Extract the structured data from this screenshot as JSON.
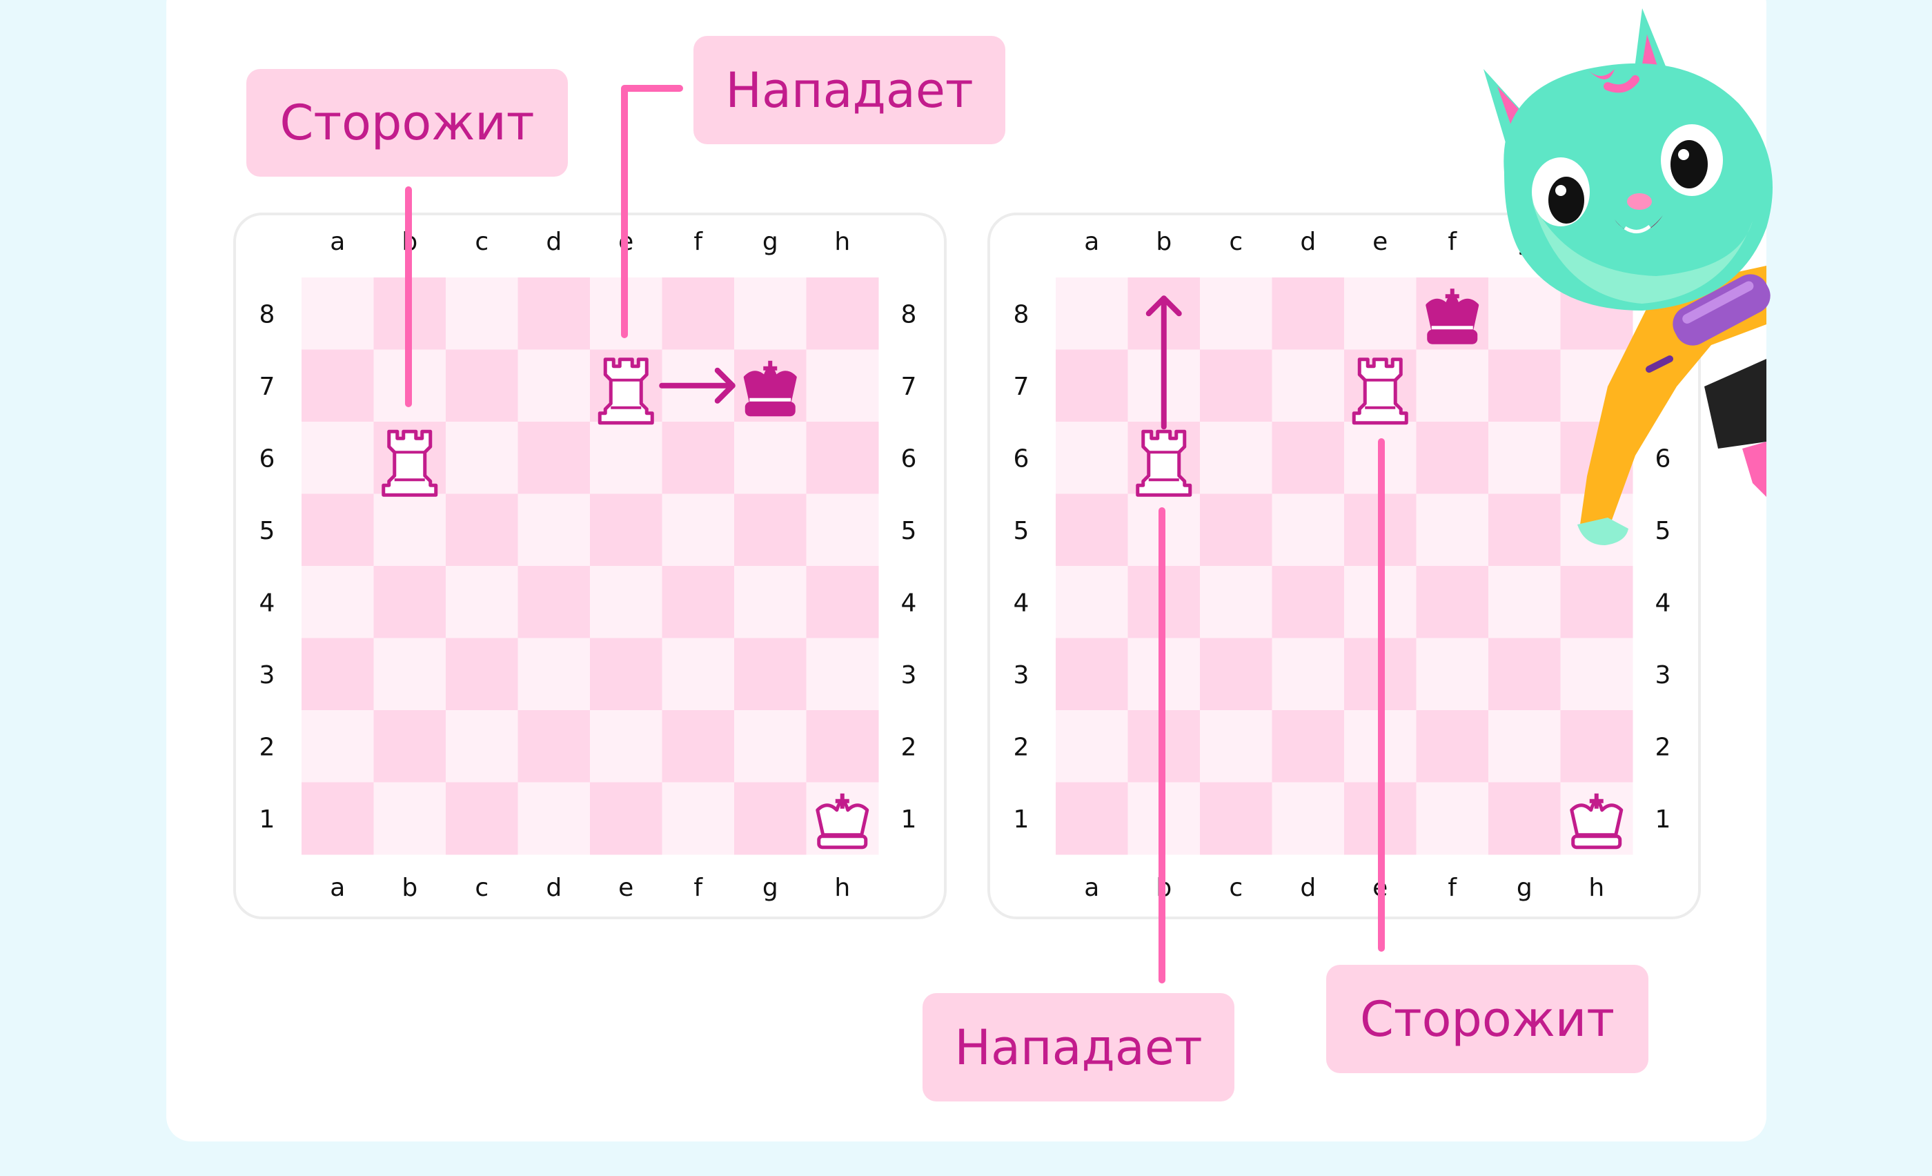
{
  "colors": {
    "accent": "#c21c8c",
    "line": "#ff66b3",
    "square_light": "#fff0f7",
    "square_dark": "#ffd6e9",
    "label_bg": "#ffd3e6",
    "background": "#e8f9fd"
  },
  "files": [
    "a",
    "b",
    "c",
    "d",
    "e",
    "f",
    "g",
    "h"
  ],
  "ranks": [
    "8",
    "7",
    "6",
    "5",
    "4",
    "3",
    "2",
    "1"
  ],
  "labels": {
    "guard_left": "Сторожит",
    "attack_left": "Нападает",
    "attack_right": "Нападает",
    "guard_right": "Сторожит"
  },
  "boards": [
    {
      "id": "left",
      "pieces": [
        {
          "piece": "rook",
          "color": "white",
          "square": "e7"
        },
        {
          "piece": "rook",
          "color": "white",
          "square": "b6"
        },
        {
          "piece": "king",
          "color": "black",
          "square": "g7"
        },
        {
          "piece": "king",
          "color": "white",
          "square": "h1"
        }
      ],
      "arrows": [
        {
          "from": "e7",
          "to": "f7"
        }
      ]
    },
    {
      "id": "right",
      "pieces": [
        {
          "piece": "rook",
          "color": "white",
          "square": "e7"
        },
        {
          "piece": "rook",
          "color": "white",
          "square": "b6"
        },
        {
          "piece": "king",
          "color": "black",
          "square": "f8"
        },
        {
          "piece": "king",
          "color": "white",
          "square": "h1"
        }
      ],
      "arrows": [
        {
          "from": "b6",
          "to": "b8"
        }
      ]
    }
  ],
  "mascot": "cat-mascot"
}
